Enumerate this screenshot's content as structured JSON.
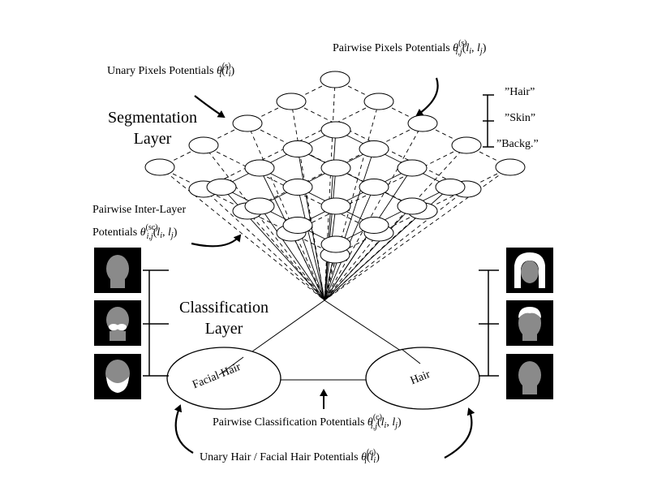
{
  "labels": {
    "segmentation_layer_line1": "Segmentation",
    "segmentation_layer_line2": "Layer",
    "classification_layer_line1": "Classification",
    "classification_layer_line2": "Layer",
    "unary_pixels": "Unary Pixels Potentials",
    "pairwise_pixels": "Pairwise Pixels Potentials",
    "pairwise_inter_line1": "Pairwise Inter-Layer",
    "pairwise_inter_line2": "Potentials",
    "pairwise_classification": "Pairwise Classification Potentials",
    "unary_hair_facial": "Unary Hair / Facial Hair Potentials"
  },
  "math": {
    "theta": "θ",
    "unary_pixels_sup": "(s)",
    "unary_pixels_sub": "i",
    "unary_pixels_args": "(l",
    "pairwise_pixels_sup": "(s)",
    "pairwise_pixels_sub": "i,j",
    "inter_layer_sup": "(sc)",
    "inter_layer_sub": "i,j",
    "classification_sup": "(c)",
    "classification_sub": "i,j",
    "unary_hair_sup": "(c)",
    "unary_hair_sub": "i"
  },
  "classes": {
    "facial_hair": "Facial Hair",
    "hair": "Hair"
  },
  "pixel_labels": [
    "”Hair”",
    "”Skin”",
    "”Backg.”"
  ]
}
